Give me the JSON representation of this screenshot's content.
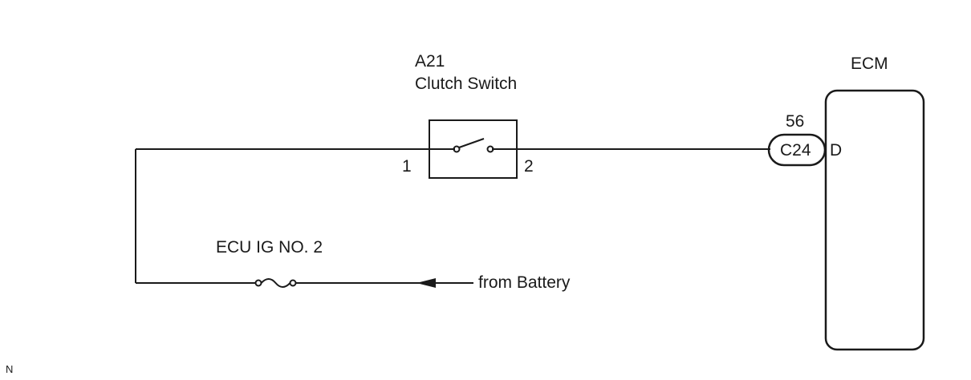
{
  "switch": {
    "code": "A21",
    "name": "Clutch Switch",
    "pin_left": "1",
    "pin_right": "2"
  },
  "ecm": {
    "label": "ECM",
    "pin_number": "56",
    "connector": "C24",
    "terminal": "D"
  },
  "fuse": {
    "label": "ECU IG NO. 2"
  },
  "source": {
    "label": "from Battery"
  },
  "corner_mark": "N",
  "colors": {
    "line": "#1a1a1a",
    "background": "#ffffff"
  }
}
